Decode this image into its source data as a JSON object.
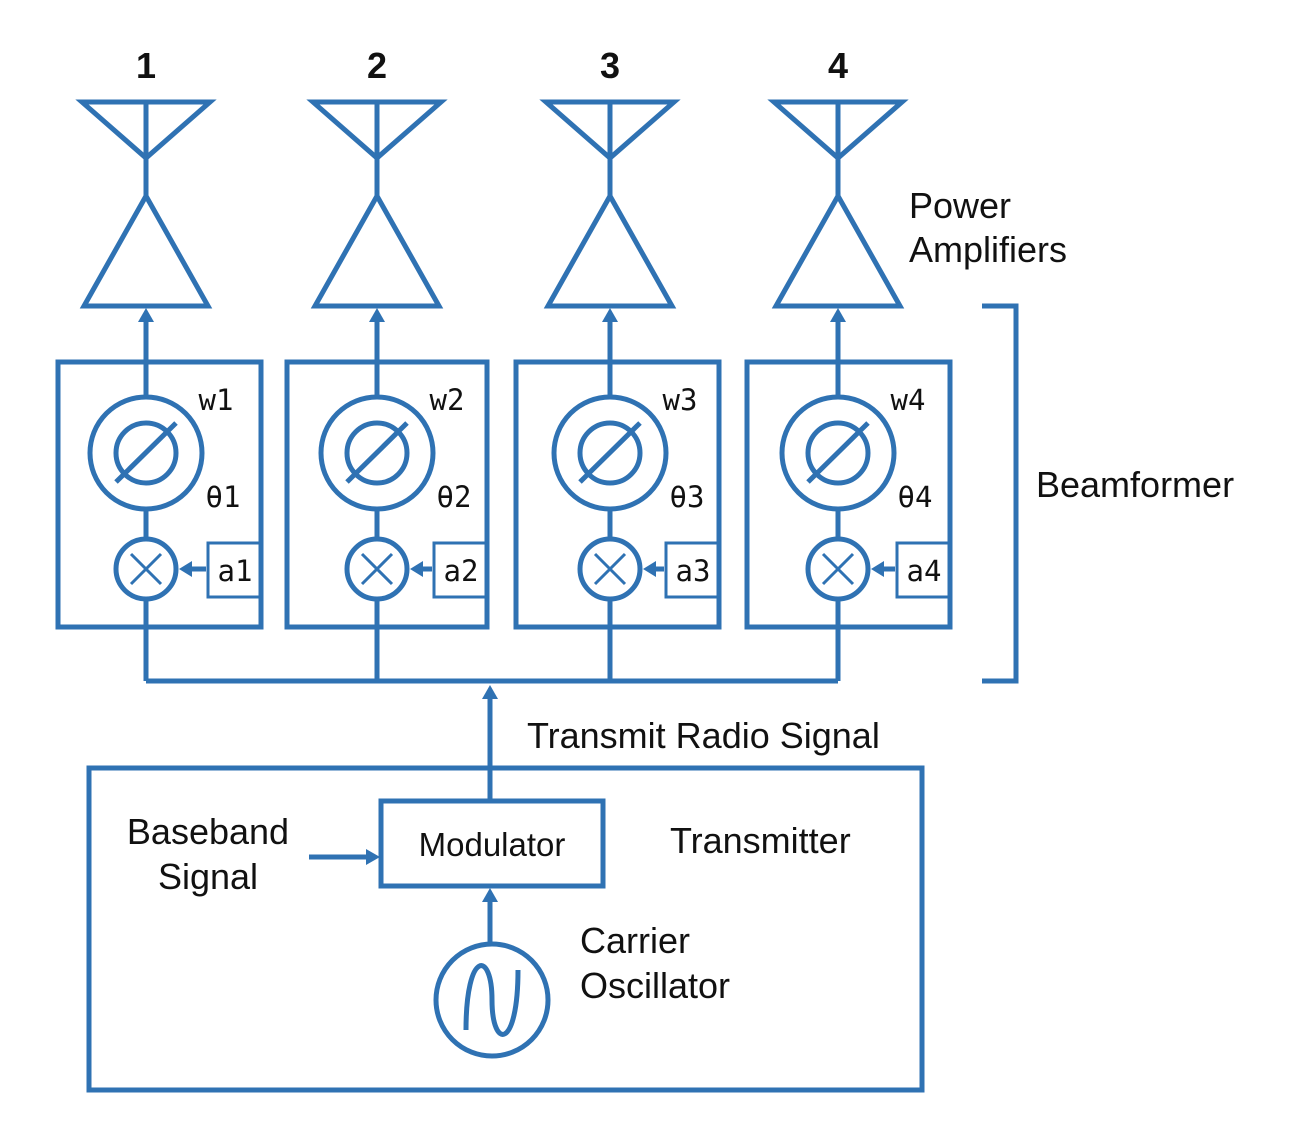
{
  "antennas": [
    {
      "number": "1",
      "weight": "w1",
      "phase": "θ1",
      "amplitude": "a1"
    },
    {
      "number": "2",
      "weight": "w2",
      "phase": "θ2",
      "amplitude": "a2"
    },
    {
      "number": "3",
      "weight": "w3",
      "phase": "θ3",
      "amplitude": "a3"
    },
    {
      "number": "4",
      "weight": "w4",
      "phase": "θ4",
      "amplitude": "a4"
    }
  ],
  "labels": {
    "power_amplifiers_line1": "Power",
    "power_amplifiers_line2": "Amplifiers",
    "beamformer": "Beamformer",
    "transmit_radio_signal": "Transmit Radio Signal",
    "baseband_line1": "Baseband",
    "baseband_line2": "Signal",
    "modulator": "Modulator",
    "transmitter": "Transmitter",
    "carrier_line1": "Carrier",
    "carrier_line2": "Oscillator"
  },
  "colors": {
    "line": "#2f72b3",
    "text": "#111111"
  }
}
